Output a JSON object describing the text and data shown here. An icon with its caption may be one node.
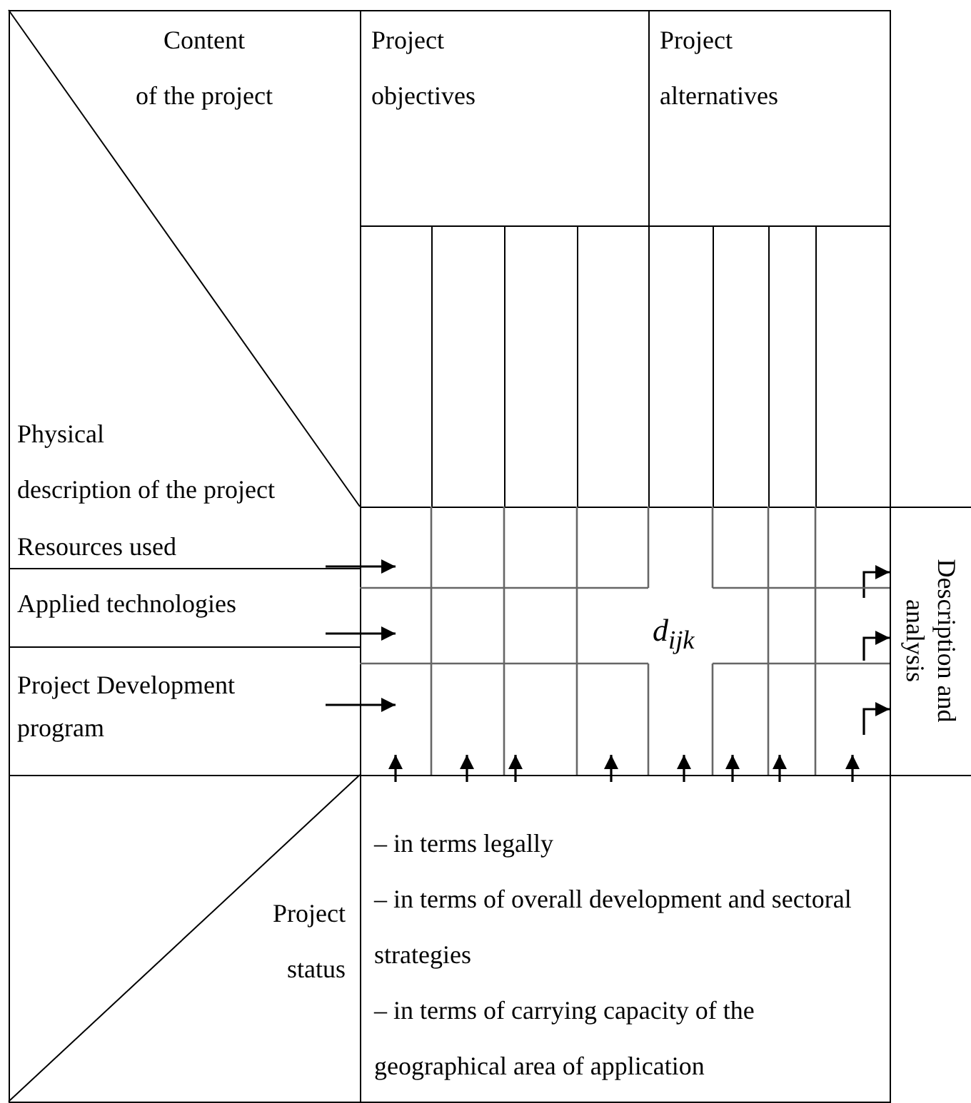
{
  "diagram": {
    "nodes": [
      {
        "text": [
          "Content of the project",
          "Physical description of the project"
        ]
      },
      {
        "text": [
          "Project objectives"
        ]
      },
      {
        "text": [
          "Project alternatives"
        ]
      },
      {
        "text": [
          "Resources used"
        ]
      },
      {
        "text": [
          "Applied technologies"
        ]
      },
      {
        "text": [
          "Project Development program"
        ]
      },
      {
        "text": [
          "d$_{ijk}$"
        ]
      },
      {
        "text": [
          "Description and analysis"
        ]
      },
      {
        "text": [
          "Project status"
        ]
      },
      {
        "text": [
          "– in terms legally",
          "– in terms of overall development and sectoral strategies",
          "– in terms of carrying capacity of the geographical area of application"
        ]
      }
    ],
    "edges": [
      {
        "from": null,
        "to": 6,
        "arrow": "to"
      },
      {
        "from": null,
        "to": 6,
        "arrow": "to"
      },
      {
        "from": null,
        "to": 6,
        "arrow": "to"
      },
      {
        "from": null,
        "to": 6,
        "arrow": "to"
      },
      {
        "from": null,
        "to": 6,
        "arrow": "to"
      },
      {
        "from": null,
        "to": 6,
        "arrow": "to"
      },
      {
        "from": null,
        "to": 6,
        "arrow": "to"
      },
      {
        "from": null,
        "to": 6,
        "arrow": "to"
      },
      {
        "from": null,
        "to": 6,
        "arrow": "to"
      },
      {
        "from": null,
        "to": 6,
        "arrow": "to"
      },
      {
        "from": null,
        "to": 6,
        "arrow": "to"
      },
      {
        "from": 6,
        "to": 7,
        "arrow": "to"
      },
      {
        "from": 6,
        "to": 7,
        "arrow": "to"
      },
      {
        "from": 6,
        "to": 7,
        "arrow": "to"
      }
    ]
  }
}
